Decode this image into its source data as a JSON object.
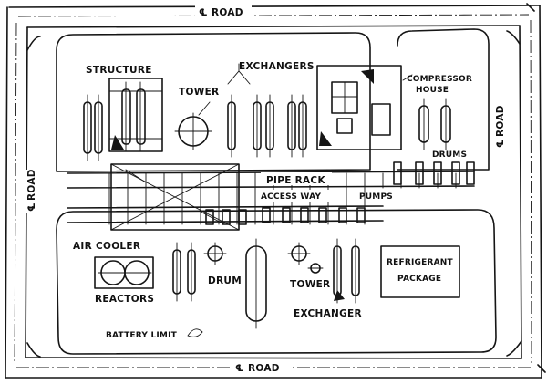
{
  "labels": {
    "road_top": "ROAD",
    "road_bottom": "ROAD",
    "road_left": "ROAD",
    "road_right": "ROAD",
    "cl_symbol": "℄",
    "structure": "STRUCTURE",
    "tower_upper": "TOWER",
    "exchangers": "EXCHANGERS",
    "compressor": "COMPRESSOR",
    "house": "HOUSE",
    "drums_upper": "DRUMS",
    "pipe_rack": "PIPE RACK",
    "access_way": "ACCESS WAY",
    "pumps": "PUMPS",
    "air_cooler": "AIR COOLER",
    "reactors": "REACTORS",
    "drum_lower": "DRUM",
    "tower_lower": "TOWER",
    "exchanger_lower": "EXCHANGER",
    "refrigerant": "REFRIGERANT",
    "package": "PACKAGE",
    "battery_limit": "BATTERY LIMIT"
  }
}
